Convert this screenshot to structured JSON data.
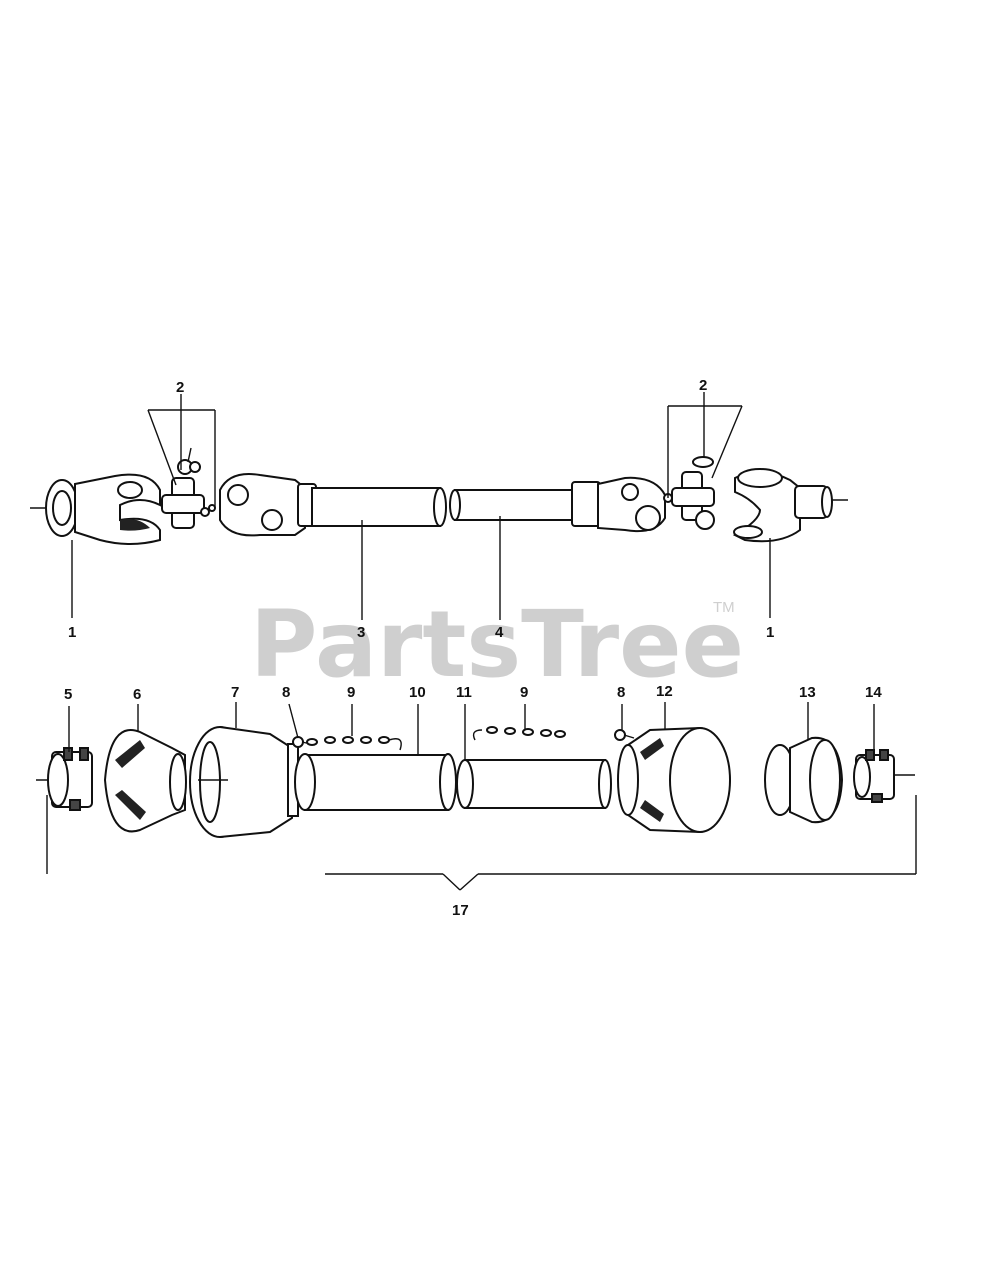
{
  "watermark": {
    "text": "PartsTree",
    "tm": "TM"
  },
  "callouts": {
    "c1_left": "1",
    "c2_left": "2",
    "c3": "3",
    "c4": "4",
    "c2_right": "2",
    "c1_right": "1",
    "c5": "5",
    "c6": "6",
    "c7": "7",
    "c8_left": "8",
    "c9_left": "9",
    "c10": "10",
    "c11": "11",
    "c9_right": "9",
    "c8_right": "8",
    "c12": "12",
    "c13": "13",
    "c14": "14",
    "c17": "17"
  }
}
